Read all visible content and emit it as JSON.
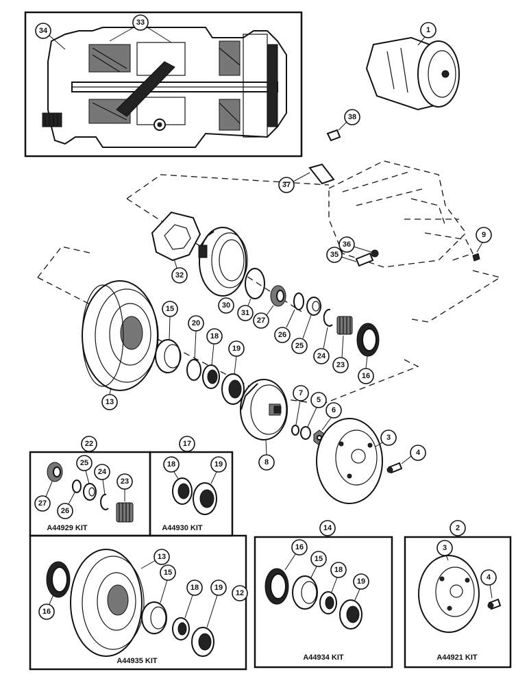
{
  "callouts": {
    "c1": "1",
    "c2": "2",
    "c3": "3",
    "c3b": "3",
    "c4": "4",
    "c4b": "4",
    "c5": "5",
    "c6": "6",
    "c7": "7",
    "c8": "8",
    "c9": "9",
    "c12": "12",
    "c13": "13",
    "c13b": "13",
    "c14": "14",
    "c15": "15",
    "c15b": "15",
    "c15c": "15",
    "c16": "16",
    "c16b": "16",
    "c16c": "16",
    "c17": "17",
    "c18": "18",
    "c18b": "18",
    "c18c": "18",
    "c18d": "18",
    "c19": "19",
    "c19b": "19",
    "c19c": "19",
    "c19d": "19",
    "c20": "20",
    "c22": "22",
    "c23": "23",
    "c23b": "23",
    "c24": "24",
    "c24b": "24",
    "c25": "25",
    "c25b": "25",
    "c26": "26",
    "c26b": "26",
    "c27": "27",
    "c27b": "27",
    "c30": "30",
    "c31": "31",
    "c32": "32",
    "c33": "33",
    "c34": "34",
    "c35": "35",
    "c36": "36",
    "c37": "37",
    "c38": "38"
  },
  "kits": {
    "k22": "A44929 KIT",
    "k17": "A44930 KIT",
    "k12": "A44935 KIT",
    "k14": "A44934 KIT",
    "k2": "A44921 KIT"
  }
}
